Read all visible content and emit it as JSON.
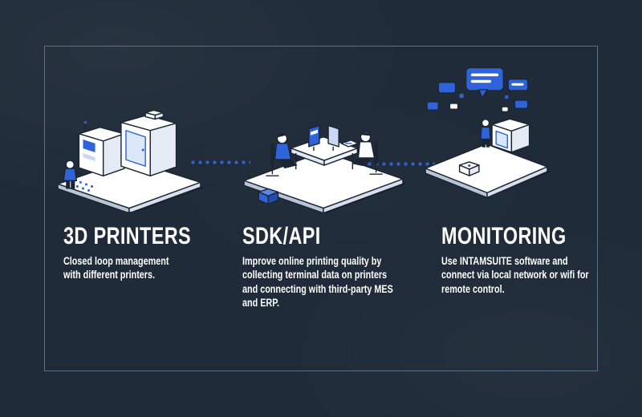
{
  "page": {
    "background": "#202b39",
    "frame_color": "#5d7186",
    "accent_blue": "#2e63d9",
    "text_color": "#ffffff"
  },
  "icons": {
    "illustration_1": "3d-printers-illustration",
    "illustration_2": "sdk-api-illustration",
    "illustration_3": "monitoring-illustration",
    "connector": "dotted-line-connector"
  },
  "sections": [
    {
      "id": "3d-printers",
      "title": "3D PRINTERS",
      "description": "Closed loop management with different printers."
    },
    {
      "id": "sdk-api",
      "title": "SDK/API",
      "description": "Improve online printing quality by collecting terminal data on printers and connecting with third-party MES and ERP."
    },
    {
      "id": "monitoring",
      "title": "MONITORING",
      "description": "Use INTAMSUITE software and connect via local network or wifi for remote control."
    }
  ]
}
